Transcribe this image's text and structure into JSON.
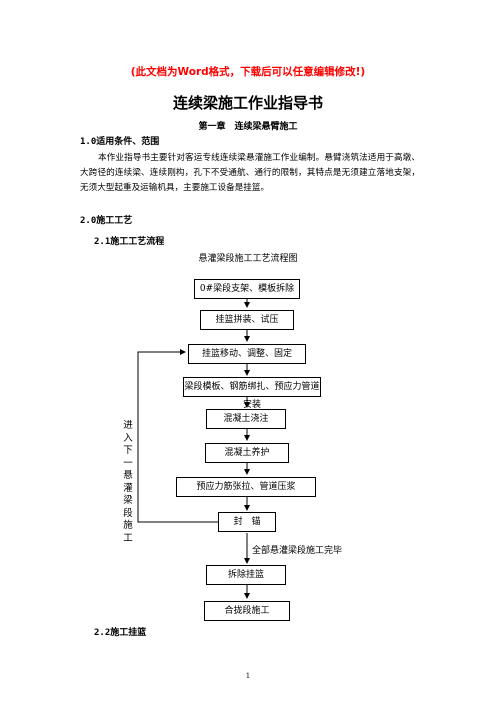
{
  "notice": "(此文档为Word格式，下载后可以任意编辑修改!)",
  "title": "连续梁施工作业指导书",
  "chapter": "第一章　连续梁悬臂施工",
  "sec1": {
    "heading": "1.0适用条件、范围",
    "body": "本作业指导书主要针对客运专线连续梁悬灌施工作业编制。悬臂浇筑法适用于高墩、大跨径的连续梁、连续刚构，孔下不受通航、通行的限制，其特点是无须建立落地支架，无须大型起重及运输机具，主要施工设备是挂篮。"
  },
  "sec2": {
    "heading": "2.0施工工艺"
  },
  "sec21": {
    "heading": "2.1施工工艺流程"
  },
  "flowchart": {
    "title": "悬灌梁段施工工艺流程图",
    "steps": [
      "0#梁段支架、模板拆除",
      "挂篮拼装、试压",
      "挂篮移动、调整、固定",
      "梁段模板、钢筋绑扎、预应力管道安装",
      "混凝土浇注",
      "混凝土养护",
      "预应力筋张拉、管道压浆",
      "封　锚",
      "拆除挂篮",
      "合拢段施工"
    ],
    "loop_label": "进入下一悬灌梁段施工",
    "complete_label": "全部悬灌梁段施工完毕"
  },
  "sec22": {
    "heading": "2.2施工挂篮"
  },
  "page_number": "1"
}
